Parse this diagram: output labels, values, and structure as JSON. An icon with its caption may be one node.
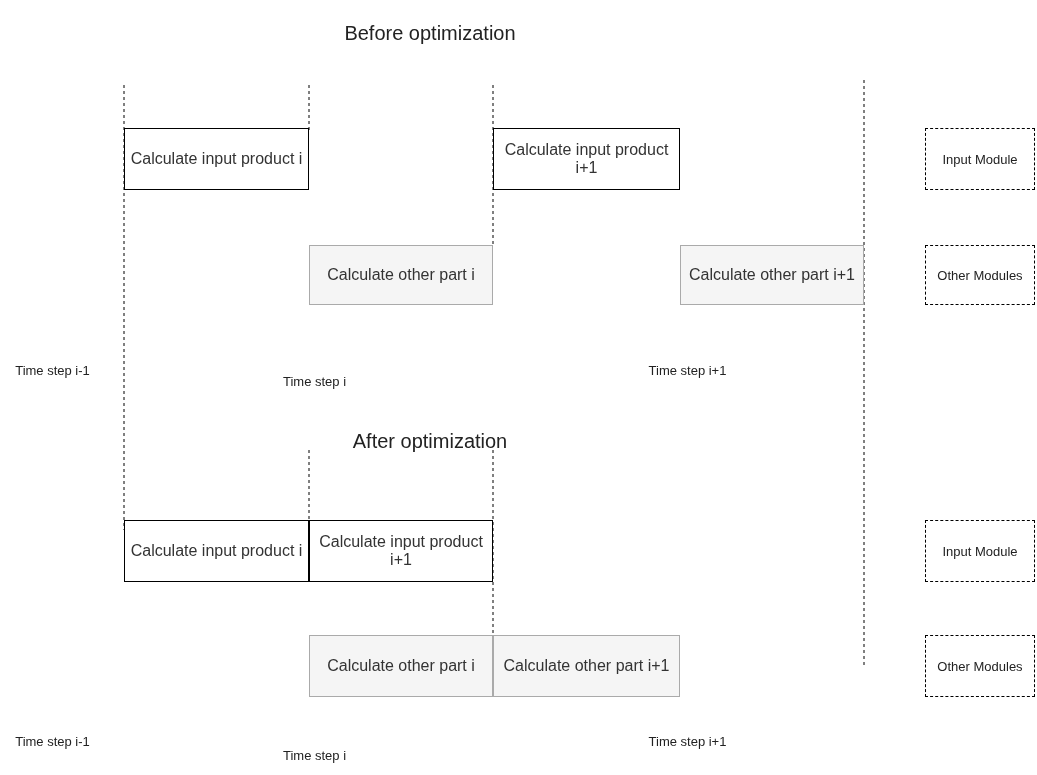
{
  "diagram": {
    "nodes": [
      {
        "text": [
          "Calculate input product i"
        ]
      },
      {
        "text": [
          "Calculate input product i+1"
        ]
      },
      {
        "text": [
          "Input Module"
        ]
      },
      {
        "text": [
          "Calculate other part i"
        ]
      },
      {
        "text": [
          "Calculate other part i+1"
        ]
      },
      {
        "text": [
          "Other Modules"
        ]
      },
      {
        "text": [
          "Calculate input product i"
        ]
      },
      {
        "text": [
          "Calculate input product i+1"
        ]
      },
      {
        "text": [
          "Input Module"
        ]
      },
      {
        "text": [
          "Calculate other part i"
        ]
      },
      {
        "text": [
          "Calculate other part i+1"
        ]
      },
      {
        "text": [
          "Other Modules"
        ]
      }
    ],
    "edges": [],
    "labels": [
      "Before optimization",
      "Time step i-1",
      "Time step i",
      "Time step i+1",
      "After optimization",
      "Time step i-1",
      "Time step i",
      "Time step i+1"
    ]
  }
}
